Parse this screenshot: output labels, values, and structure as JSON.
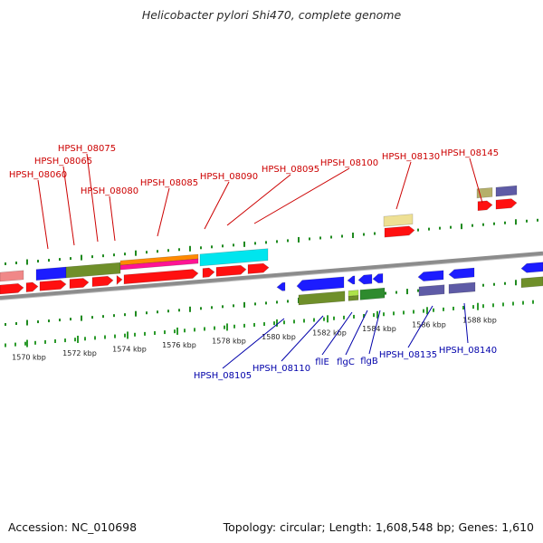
{
  "title": "Helicobacter pylori Shi470, complete genome",
  "footer": {
    "accession": "Accession: NC_010698",
    "topology": "Topology: circular; Length: 1,608,548 bp; Genes: 1,610"
  },
  "colors": {
    "background": "#ffffff",
    "backbone": "#8c8c8c",
    "tick": "#1f8a1f",
    "ruler_tick": "#2c9a2c",
    "upper_label": "#cc0000",
    "lower_label": "#0000aa"
  },
  "ruler": {
    "unit": "kbp",
    "labels": [
      "1570 kbp",
      "1572 kbp",
      "1574 kbp",
      "1576 kbp",
      "1578 kbp",
      "1580 kbp",
      "1582 kbp",
      "1584 kbp",
      "1586 kbp",
      "1588 kbp"
    ]
  },
  "upper_labels": [
    "HPSH_08060",
    "HPSH_08065",
    "HPSH_08075",
    "HPSH_08080",
    "HPSH_08085",
    "HPSH_08090",
    "HPSH_08095",
    "HPSH_08100",
    "HPSH_08130",
    "HPSH_08145"
  ],
  "lower_labels": [
    "HPSH_08105",
    "HPSH_08110",
    "flIE",
    "flgC",
    "flgB",
    "HPSH_08135",
    "HPSH_08140"
  ]
}
